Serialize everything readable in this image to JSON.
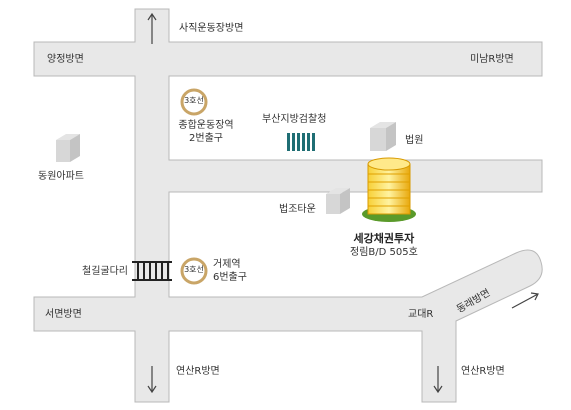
{
  "directions": {
    "north": "사직운동장방면",
    "west": "양정방면",
    "east": "미남R방면",
    "southwest": "서면방면",
    "south_left": "연산R방면",
    "south_right": "연산R방면",
    "east_diag": "동래방면",
    "junction": "교대R"
  },
  "stations": [
    {
      "line": "3호선",
      "name": "종합운동장역",
      "exit": "2번출구"
    },
    {
      "line": "3호선",
      "name": "거제역",
      "exit": "6번출구"
    }
  ],
  "landmarks": {
    "court_office": "부산지방검찰청",
    "court": "법원",
    "apartment": "동원아파트",
    "law_town": "법조타운",
    "bridge": "철길굴다리"
  },
  "target": {
    "name": "세강채권투자",
    "address": "정림B/D 505호"
  },
  "colors": {
    "road": "#e8e8e8",
    "road_edge": "#b8b8b8",
    "station_ring": "#c9a567",
    "prosecution_icon": "#1f6e74",
    "building": "#f6c21a"
  }
}
